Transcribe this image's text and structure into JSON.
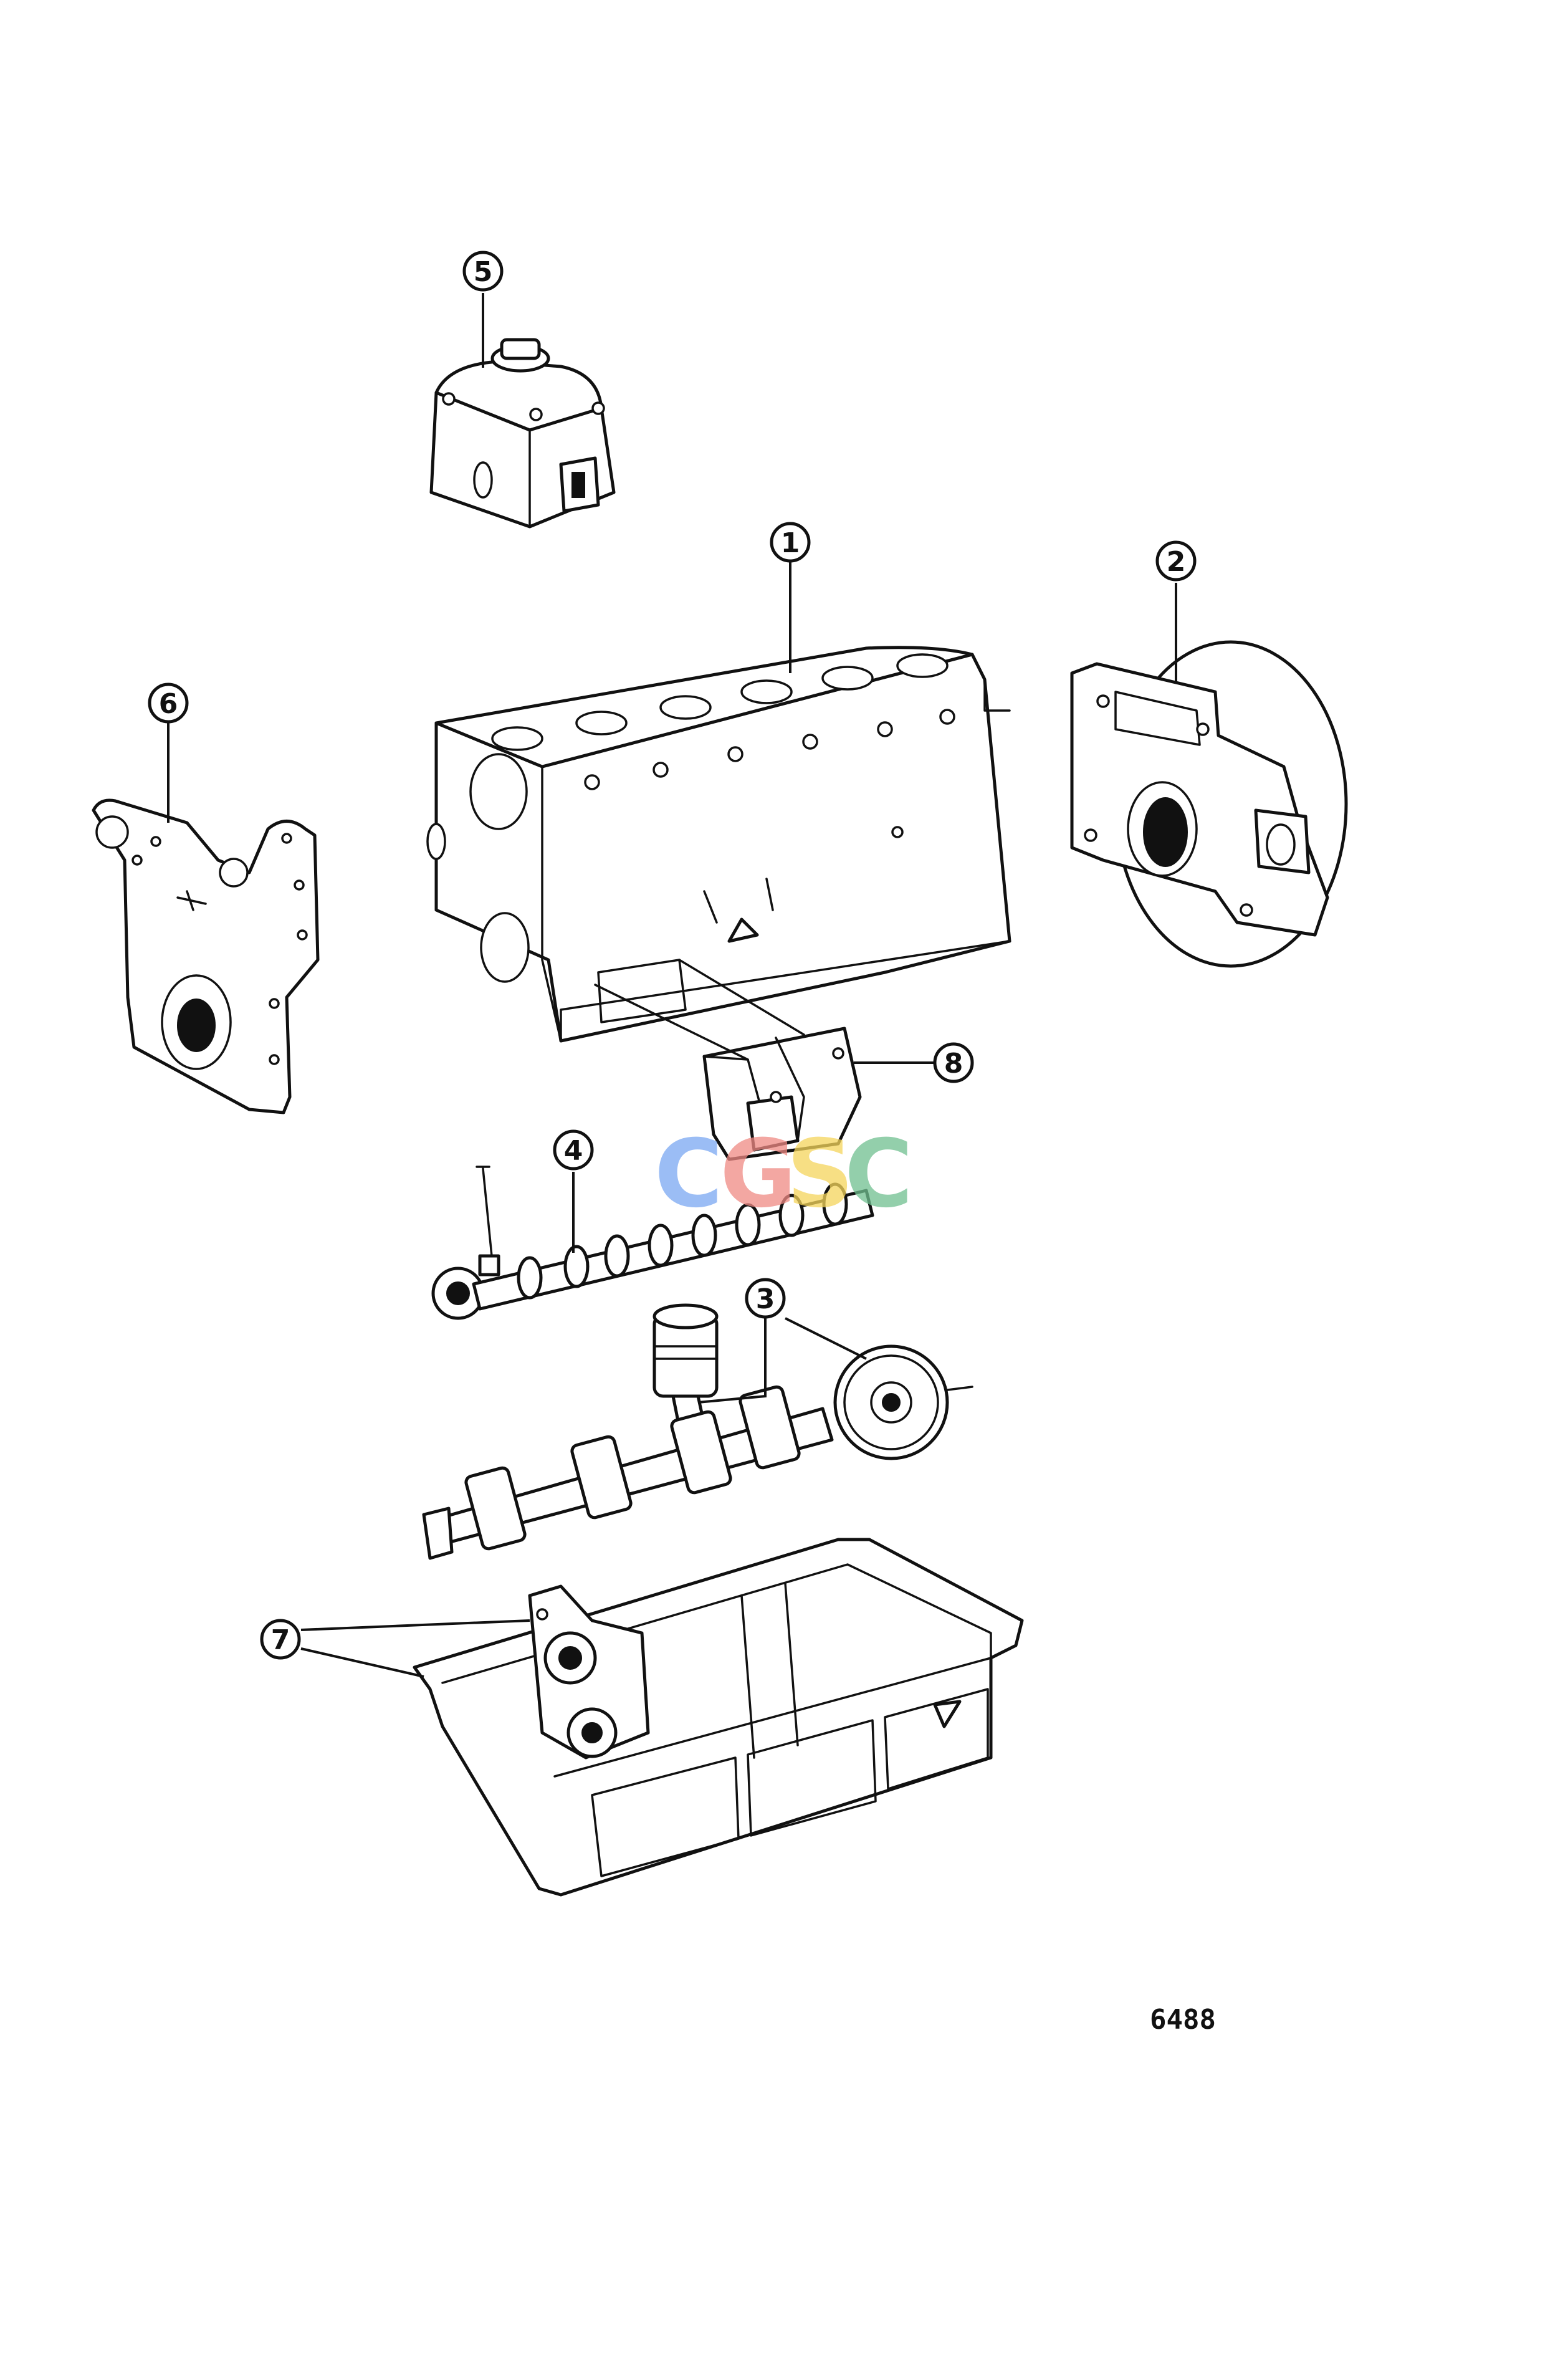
{
  "callouts": [
    {
      "id": "1",
      "label": "1"
    },
    {
      "id": "2",
      "label": "2"
    },
    {
      "id": "3",
      "label": "3"
    },
    {
      "id": "4",
      "label": "4"
    },
    {
      "id": "5",
      "label": "5"
    },
    {
      "id": "6",
      "label": "6"
    },
    {
      "id": "7",
      "label": "7"
    },
    {
      "id": "8",
      "label": "8"
    }
  ],
  "drawing_number": "6488",
  "watermark": {
    "letters": [
      "C",
      "G",
      "S",
      "C"
    ],
    "colors": [
      "#7aa7f2",
      "#f08a84",
      "#f5d55b",
      "#6fbf8f"
    ]
  }
}
